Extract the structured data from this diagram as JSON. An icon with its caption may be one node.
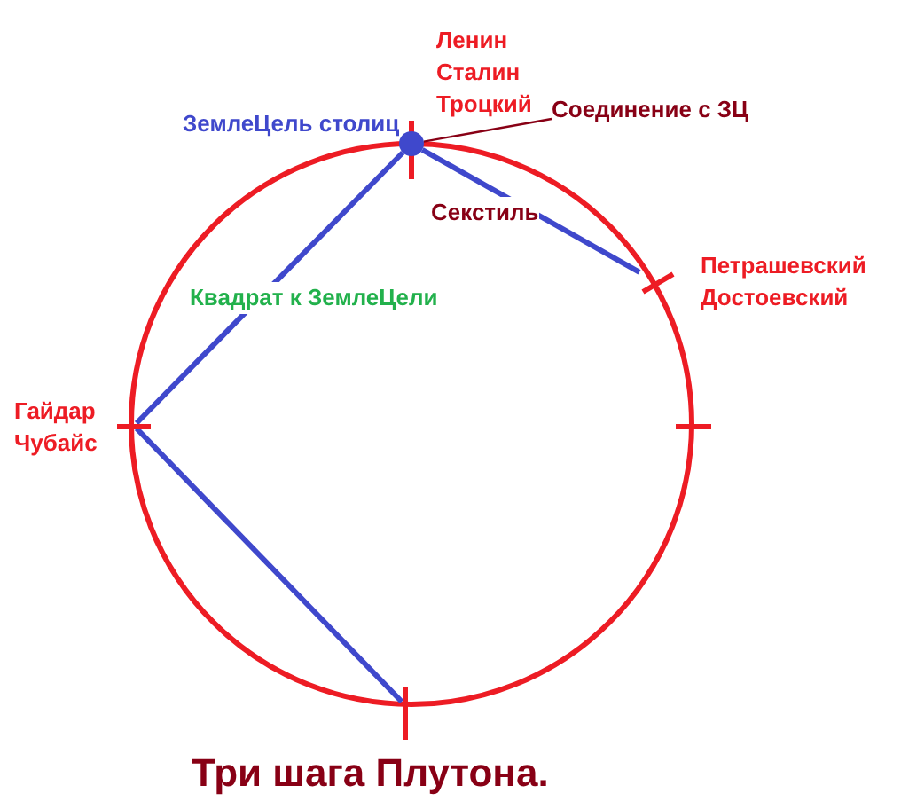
{
  "diagram": {
    "title": "Три шага Плутона.",
    "nodes": [
      {
        "text": [],
        "shape": "circle",
        "beside": [
          "Ленин Сталин Троцкий",
          "ЗемлеЦель столиц"
        ]
      },
      {
        "text": [
          "Соединение с ЗЦ"
        ]
      },
      {
        "text": [],
        "shape": "cross",
        "beside": [
          "Петрашевский Достоевский"
        ]
      },
      {
        "text": [],
        "shape": "cross",
        "beside": [
          "Гайдар Чубайс"
        ]
      },
      {
        "text": [],
        "shape": "cross"
      },
      {
        "text": [],
        "shape": "cross"
      }
    ],
    "edges": [
      {
        "from": 1,
        "to": 0,
        "arrow": "none",
        "color": "#880015"
      },
      {
        "from": 0,
        "to": 2,
        "arrow": "none",
        "label": "Секстиль"
      },
      {
        "from": 0,
        "to": 3,
        "arrow": "none",
        "label": "Квадрат к ЗемлеЦели"
      },
      {
        "from": 3,
        "to": 5,
        "arrow": "none"
      }
    ]
  }
}
